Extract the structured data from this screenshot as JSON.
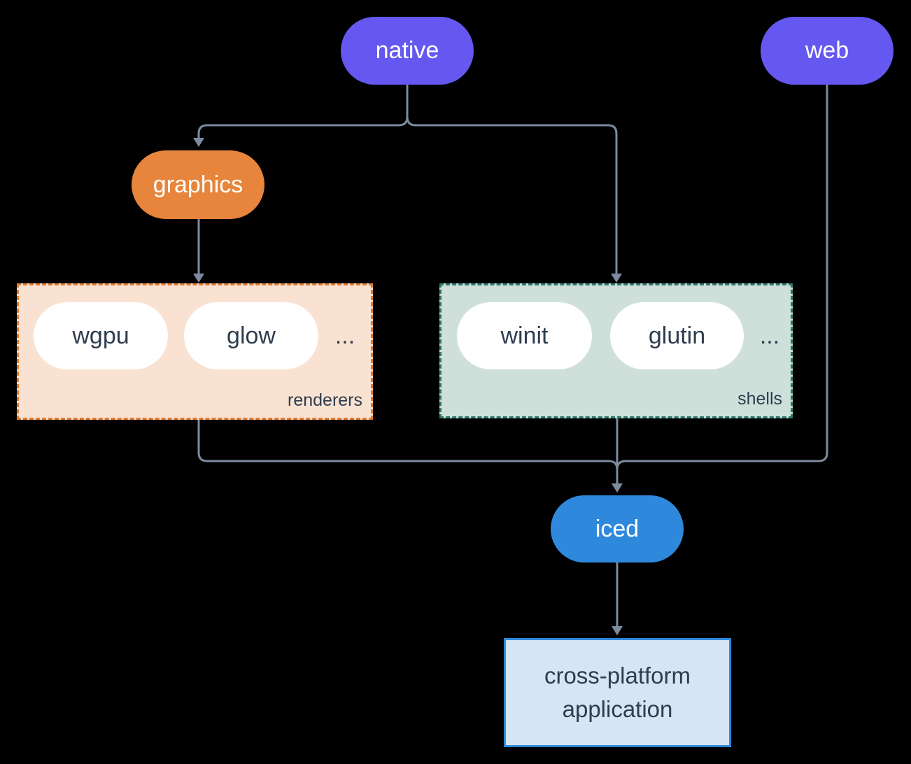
{
  "nodes": {
    "native": {
      "label": "native"
    },
    "web": {
      "label": "web"
    },
    "graphics": {
      "label": "graphics"
    },
    "iced": {
      "label": "iced"
    },
    "application": {
      "line1": "cross-platform",
      "line2": "application"
    }
  },
  "groups": {
    "renderers": {
      "label": "renderers",
      "items": [
        "wgpu",
        "glow"
      ],
      "ellipsis": "..."
    },
    "shells": {
      "label": "shells",
      "items": [
        "winit",
        "glutin"
      ],
      "ellipsis": "..."
    }
  },
  "colors": {
    "background": "#000000",
    "purple": "#6458F0",
    "orange": "#E7853C",
    "blue": "#2E89DC",
    "line": "#7C8B9D",
    "ink": "#2E3D4E",
    "pill-text": "#FFFFFF",
    "renderers-bg": "#F9E2D2",
    "renderers-border": "#DE7B2F",
    "shells-bg": "#CFE0DA",
    "shells-border": "#2B7A6C",
    "app-bg": "#D5E5F5",
    "app-border": "#2F89DC"
  }
}
